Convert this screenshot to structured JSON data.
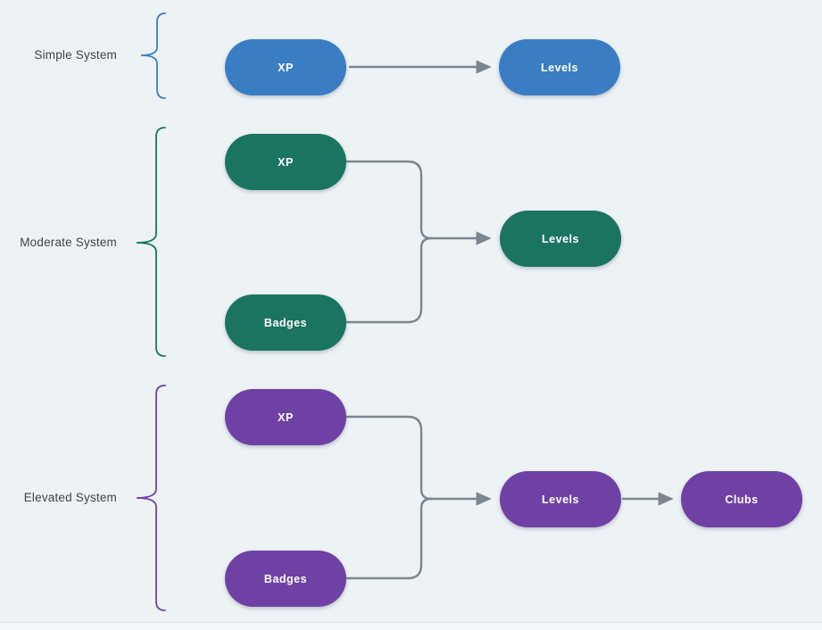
{
  "diagram": {
    "background_color": "#edf2f5",
    "connector_color": "#7b8690",
    "label_color": "#3d434c",
    "node_text_color": "#ffffff",
    "systems": [
      {
        "name": "Simple System",
        "accent": "#3a7dc2",
        "nodes": [
          "XP",
          "Levels"
        ]
      },
      {
        "name": "Moderate System",
        "accent": "#1b745f",
        "nodes": [
          "XP",
          "Badges",
          "Levels"
        ]
      },
      {
        "name": "Elevated System",
        "accent": "#6f41a4",
        "nodes": [
          "XP",
          "Badges",
          "Levels",
          "Clubs"
        ]
      }
    ]
  }
}
